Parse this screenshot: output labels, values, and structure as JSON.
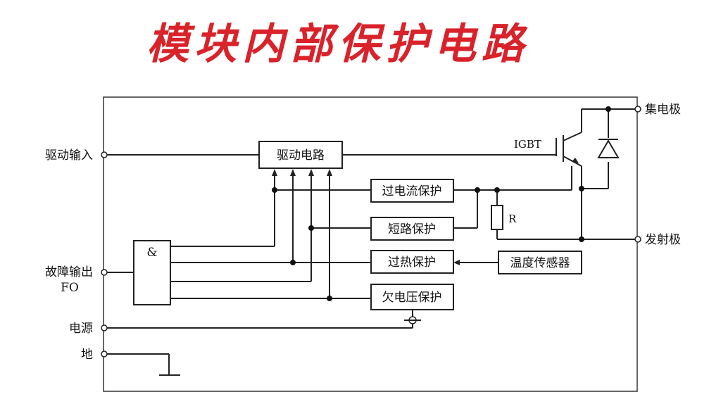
{
  "title": "模块内部保护电路",
  "terminals": {
    "drive_input": "驱动输入",
    "fault_output_line1": "故障输出",
    "fault_output_line2": "FO",
    "power": "电源",
    "ground": "地",
    "collector": "集电极",
    "emitter": "发射极"
  },
  "blocks": {
    "drive_circuit": "驱动电路",
    "overcurrent": "过电流保护",
    "short_circuit": "短路保护",
    "overheat": "过热保护",
    "undervoltage": "欠电压保护",
    "temp_sensor": "温度传感器",
    "and_gate": "&"
  },
  "components": {
    "igbt": "IGBT",
    "resistor": "R"
  }
}
